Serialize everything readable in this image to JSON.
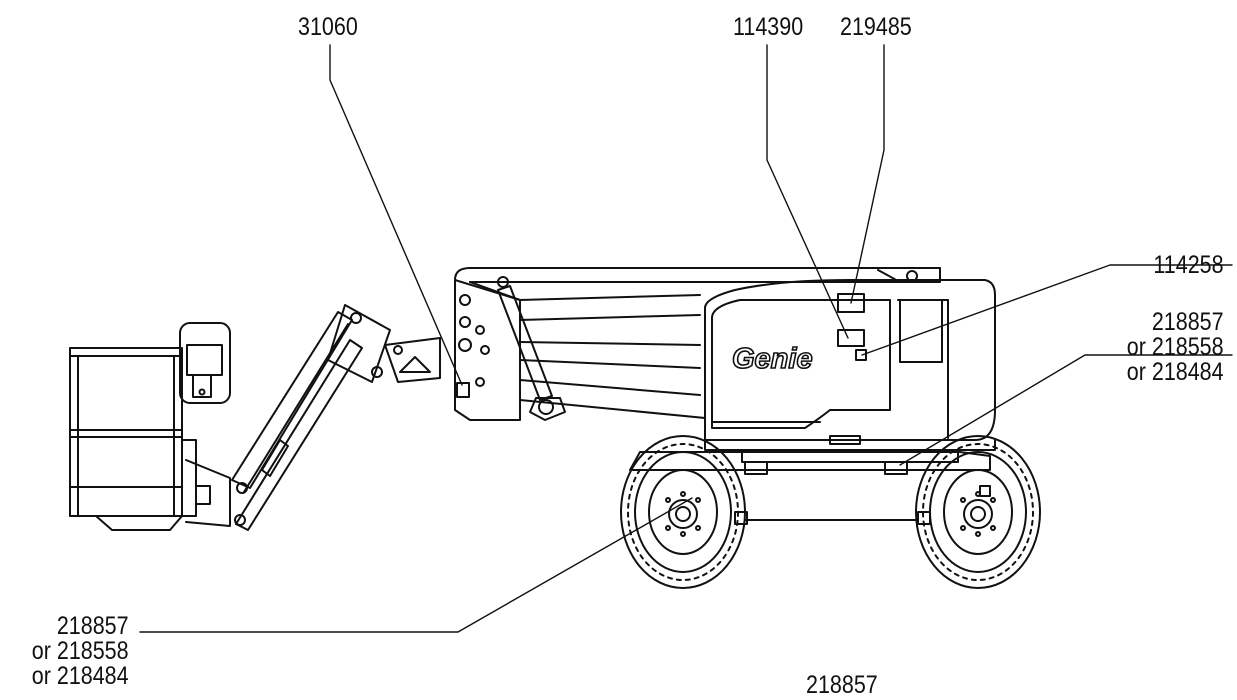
{
  "callouts": {
    "top_left": "31060",
    "top_mid_a": "114390",
    "top_mid_b": "219485",
    "right_single": "114258",
    "right_stack": [
      "218857",
      "or 218558",
      "or 218484"
    ],
    "left_stack": [
      "218857",
      "or 218558",
      "or 218484"
    ],
    "bottom_mid": "218857"
  },
  "machine": {
    "brand": "Genie"
  },
  "colors": {
    "ink": "#111111",
    "background": "#ffffff"
  }
}
